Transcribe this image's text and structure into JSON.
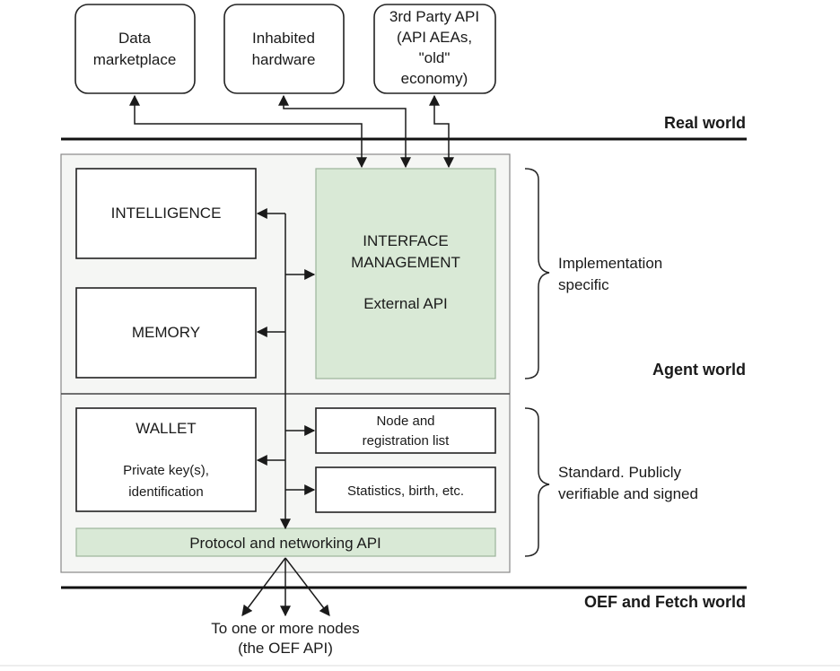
{
  "top_boxes": {
    "data_marketplace": [
      "Data",
      "marketplace"
    ],
    "inhabited_hardware": [
      "Inhabited",
      "hardware"
    ],
    "third_party_api": [
      "3rd Party API",
      "(API AEAs,",
      "\"old\"",
      "economy)"
    ]
  },
  "world_labels": {
    "real": "Real world",
    "agent": "Agent world",
    "oef": "OEF and Fetch world"
  },
  "modules": {
    "intelligence": "INTELLIGENCE",
    "memory": "MEMORY",
    "interface_management": [
      "INTERFACE",
      "MANAGEMENT"
    ],
    "external_api": "External API",
    "wallet": "WALLET",
    "wallet_detail": [
      "Private key(s),",
      "identification"
    ],
    "node_registration": [
      "Node and",
      "registration list"
    ],
    "statistics": "Statistics, birth, etc.",
    "protocol_networking": "Protocol and networking API"
  },
  "side_labels": {
    "implementation": [
      "Implementation",
      "specific"
    ],
    "standard": [
      "Standard. Publicly",
      "verifiable and signed"
    ]
  },
  "bottom": [
    "To one or more nodes",
    "(the OEF API)"
  ],
  "colors": {
    "interface_fill": "#d9e9d6",
    "panel_fill": "#f5f6f4",
    "line": "#1a1a1a"
  }
}
